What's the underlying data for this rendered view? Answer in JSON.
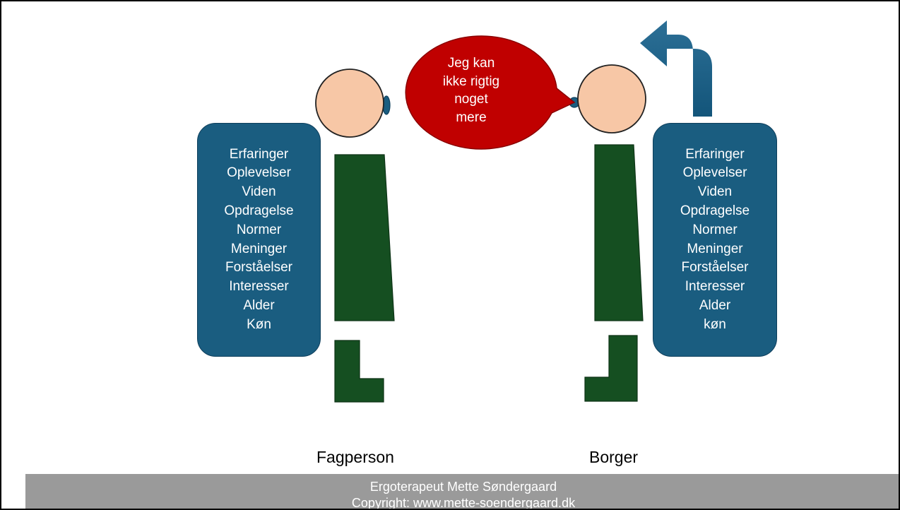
{
  "left_panel": {
    "items": [
      "Erfaringer",
      "Oplevelser",
      "Viden",
      "Opdragelse",
      "Normer",
      "Meninger",
      "Forståelser",
      "Interesser",
      "Alder",
      "Køn"
    ]
  },
  "right_panel": {
    "items": [
      "Erfaringer",
      "Oplevelser",
      "Viden",
      "Opdragelse",
      "Normer",
      "Meninger",
      "Forståelser",
      "Interesser",
      "Alder",
      "køn"
    ]
  },
  "speech_bubble": {
    "lines": [
      "Jeg kan",
      "ikke rigtig",
      "noget",
      "mere"
    ]
  },
  "labels": {
    "left_person": "Fagperson",
    "right_person": "Borger"
  },
  "footer": {
    "line1": "Ergoterapeut Mette Søndergaard",
    "line2": "Copyright:  www.mette-soendergaard.dk"
  },
  "colors": {
    "panel": "#1a5d80",
    "body": "#154f21",
    "head": "#f7c7a6",
    "bubble": "#c00000",
    "arrow": "#1a5d80",
    "footer": "#9a9a9a"
  }
}
